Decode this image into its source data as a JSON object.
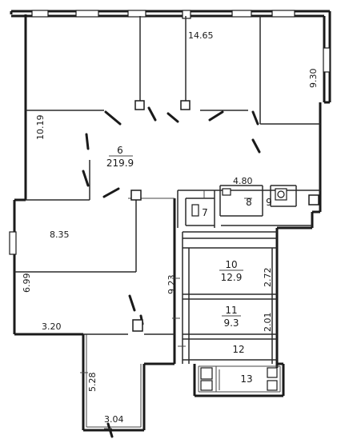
{
  "plan": {
    "rooms": [
      {
        "number": "6",
        "area": "219.9"
      },
      {
        "number": "7"
      },
      {
        "number": "8"
      },
      {
        "number": "9"
      },
      {
        "number": "10",
        "area": "12.9"
      },
      {
        "number": "11",
        "area": "9.3"
      },
      {
        "number": "12"
      },
      {
        "number": "13"
      }
    ],
    "dimensions": {
      "d_14_65": "14.65",
      "d_9_30": "9.30",
      "d_10_19": "10.19",
      "d_4_80": "4.80",
      "d_8_35": "8.35",
      "d_6_99": "6.99",
      "d_9_23": "9.23",
      "d_2_72": "2.72",
      "d_2_01": "2.01",
      "d_3_20": "3.20",
      "d_5_28": "5.28",
      "d_3_04": "3.04"
    }
  }
}
